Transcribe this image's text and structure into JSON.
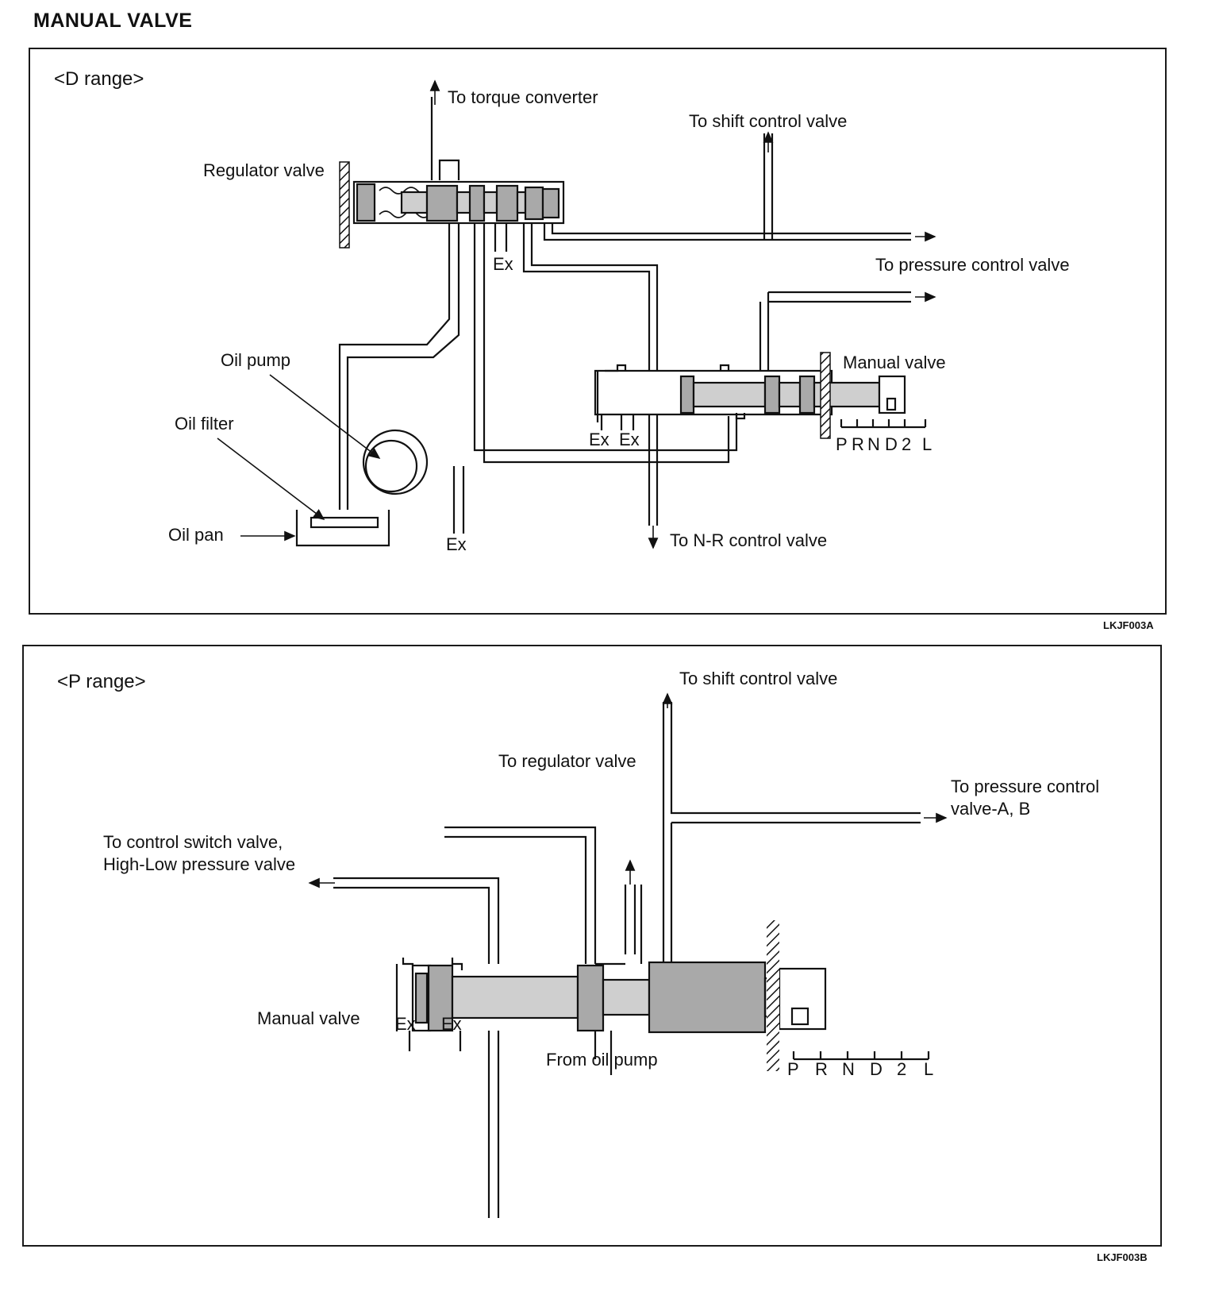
{
  "title": "MANUAL  VALVE",
  "panel_d": {
    "range_label": "<D range>",
    "labels": {
      "torque_converter": "To torque converter",
      "shift_control": "To shift control valve",
      "regulator_valve": "Regulator valve",
      "pressure_control": "To pressure control valve",
      "ex_regulator": "Ex",
      "oil_pump": "Oil pump",
      "manual_valve": "Manual valve",
      "oil_filter": "Oil filter",
      "ex1": "Ex",
      "ex2": "Ex",
      "oil_pan": "Oil pan",
      "ex_bottom": "Ex",
      "nr_control": "To N-R control valve"
    },
    "selector": [
      "P",
      "R",
      "N",
      "D",
      "2",
      "L"
    ],
    "code": "LKJF003A"
  },
  "panel_p": {
    "range_label": "<P range>",
    "labels": {
      "shift_control": "To shift control valve",
      "regulator_valve": "To regulator valve",
      "pressure_control_1": "To pressure control",
      "pressure_control_2": "valve-A, B",
      "control_switch_1": "To control switch valve,",
      "control_switch_2": "High-Low pressure valve",
      "manual_valve": "Manual valve",
      "ex1": "Ex",
      "ex2": "Ex",
      "from_oil_pump": "From oil pump"
    },
    "selector": [
      "P",
      "R",
      "N",
      "D",
      "2",
      "L"
    ],
    "code": "LKJF003B"
  }
}
